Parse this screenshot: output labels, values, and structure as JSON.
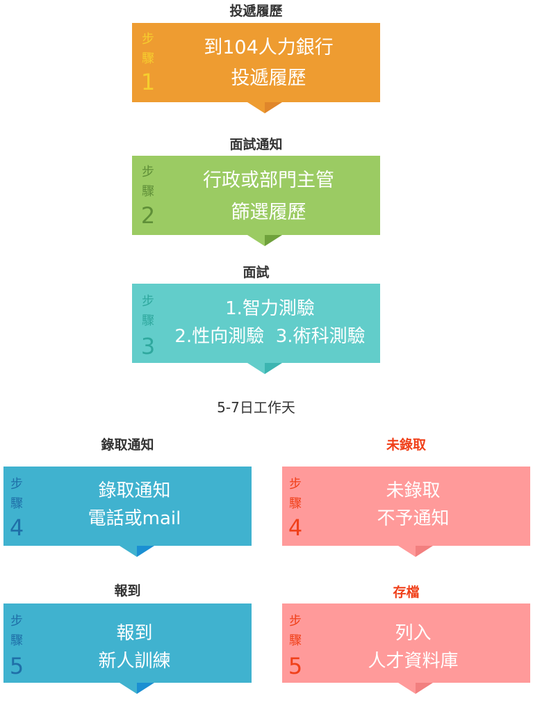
{
  "steps": {
    "s1": {
      "caption": "投遞履歷",
      "label": "步驟",
      "number": "1",
      "lines": [
        "到104人力銀行",
        "投遞履歷"
      ],
      "color": "#EE9C31",
      "accent": "#E0862A",
      "label_color": "#F6CE2E"
    },
    "s2": {
      "caption": "面試通知",
      "label": "步驟",
      "number": "2",
      "lines": [
        "行政或部門主管",
        "篩選履歷"
      ],
      "color": "#9BCB63",
      "accent": "#6FA13C",
      "label_color": "#5F8F38"
    },
    "s3": {
      "caption": "面試",
      "label": "步驟",
      "number": "3",
      "lines": [
        "1.智力測驗",
        "2.性向測驗  3.術科測驗"
      ],
      "color": "#62CDCA",
      "accent": "#3CB5B1",
      "label_color": "#2FA89E"
    },
    "wait": {
      "caption": "5-7日工作天"
    },
    "s4a": {
      "caption": "錄取通知",
      "label": "步驟",
      "number": "4",
      "lines": [
        "錄取通知",
        "電話或mail"
      ],
      "color": "#40B2CF",
      "accent": "#1B8FD2",
      "label_color": "#1F6FA8"
    },
    "s4b": {
      "caption": "未錄取",
      "label": "步驟",
      "number": "4",
      "lines": [
        "未錄取",
        "不予通知"
      ],
      "color": "#FF9A9A",
      "accent": "#F27F7F",
      "label_color": "#F0401A",
      "caption_color": "#F0401A"
    },
    "s5a": {
      "caption": "報到",
      "label": "步驟",
      "number": "5",
      "lines": [
        "報到",
        "新人訓練"
      ],
      "color": "#40B2CF",
      "accent": "#1B8FD2",
      "label_color": "#1F6FA8"
    },
    "s5b": {
      "caption": "存檔",
      "label": "步驟",
      "number": "5",
      "lines": [
        "列入",
        "人才資料庫"
      ],
      "color": "#FF9A9A",
      "accent": "#F27F7F",
      "label_color": "#F0401A",
      "caption_color": "#F0401A"
    }
  }
}
